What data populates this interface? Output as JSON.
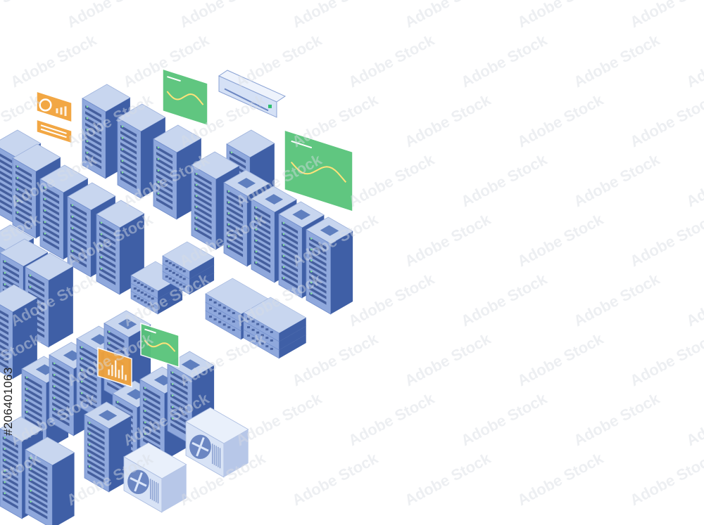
{
  "image": {
    "subject": "isometric server room / data center",
    "stock_id": "#206401063",
    "watermark_text": "Adobe Stock"
  },
  "colors": {
    "server_top": "#c8d6ef",
    "server_left": "#5f7fbf",
    "server_right": "#3f5fa6",
    "server_front": "#8fa8dc",
    "rack_slot": "#2c4789",
    "led_green": "#7fdc9a",
    "green_panel": "#58c47a",
    "green_panel_light": "#9fe6b4",
    "orange_panel": "#f2a33a",
    "ac_body": "#d8e3f6",
    "ac_dark": "#6b86c2"
  },
  "icons": {
    "chart_line": "chart-line-icon",
    "bar_chart": "bar-chart-icon",
    "pie_chart": "pie-chart-icon",
    "fan": "fan-icon",
    "air_conditioner": "air-conditioner-icon"
  }
}
